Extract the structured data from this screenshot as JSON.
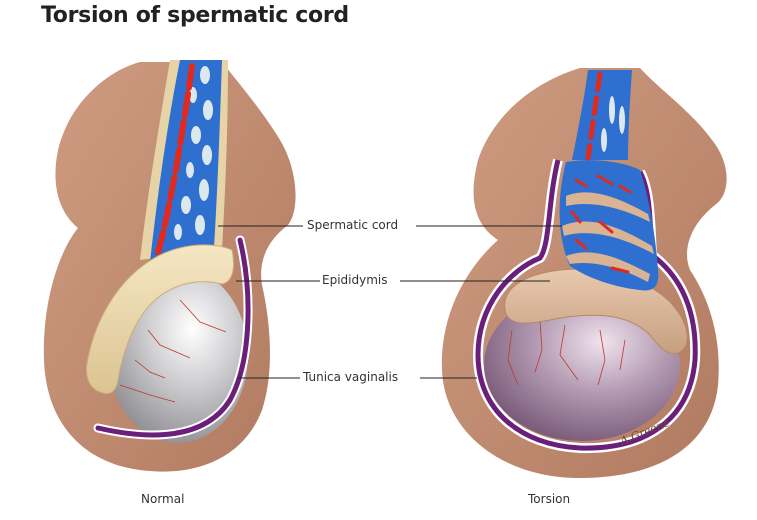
{
  "page": {
    "title": "Torsion of spermatic cord"
  },
  "diagram": {
    "labels": {
      "spermatic_cord": "Spermatic cord",
      "epididymis": "Epididymis",
      "tunica_vaginalis": "Tunica vaginalis"
    },
    "panels": [
      {
        "id": "normal",
        "caption": "Normal"
      },
      {
        "id": "torsion",
        "caption": "Torsion"
      }
    ],
    "signature": "A.Greene",
    "colors": {
      "skin": "#c08a6e",
      "skin_dark": "#a8715a",
      "cord_vein": "#2f6fd0",
      "cord_artery": "#e02a1e",
      "cord_background": "#dfeaf0",
      "epididymis_normal": "#e9d6a9",
      "epididymis_torsion": "#d8b394",
      "testis_normal": "#c9c9cc",
      "testis_torsion": "#9c7a98",
      "tunica": "#6a1f7a",
      "leader_line": "#222222"
    }
  }
}
